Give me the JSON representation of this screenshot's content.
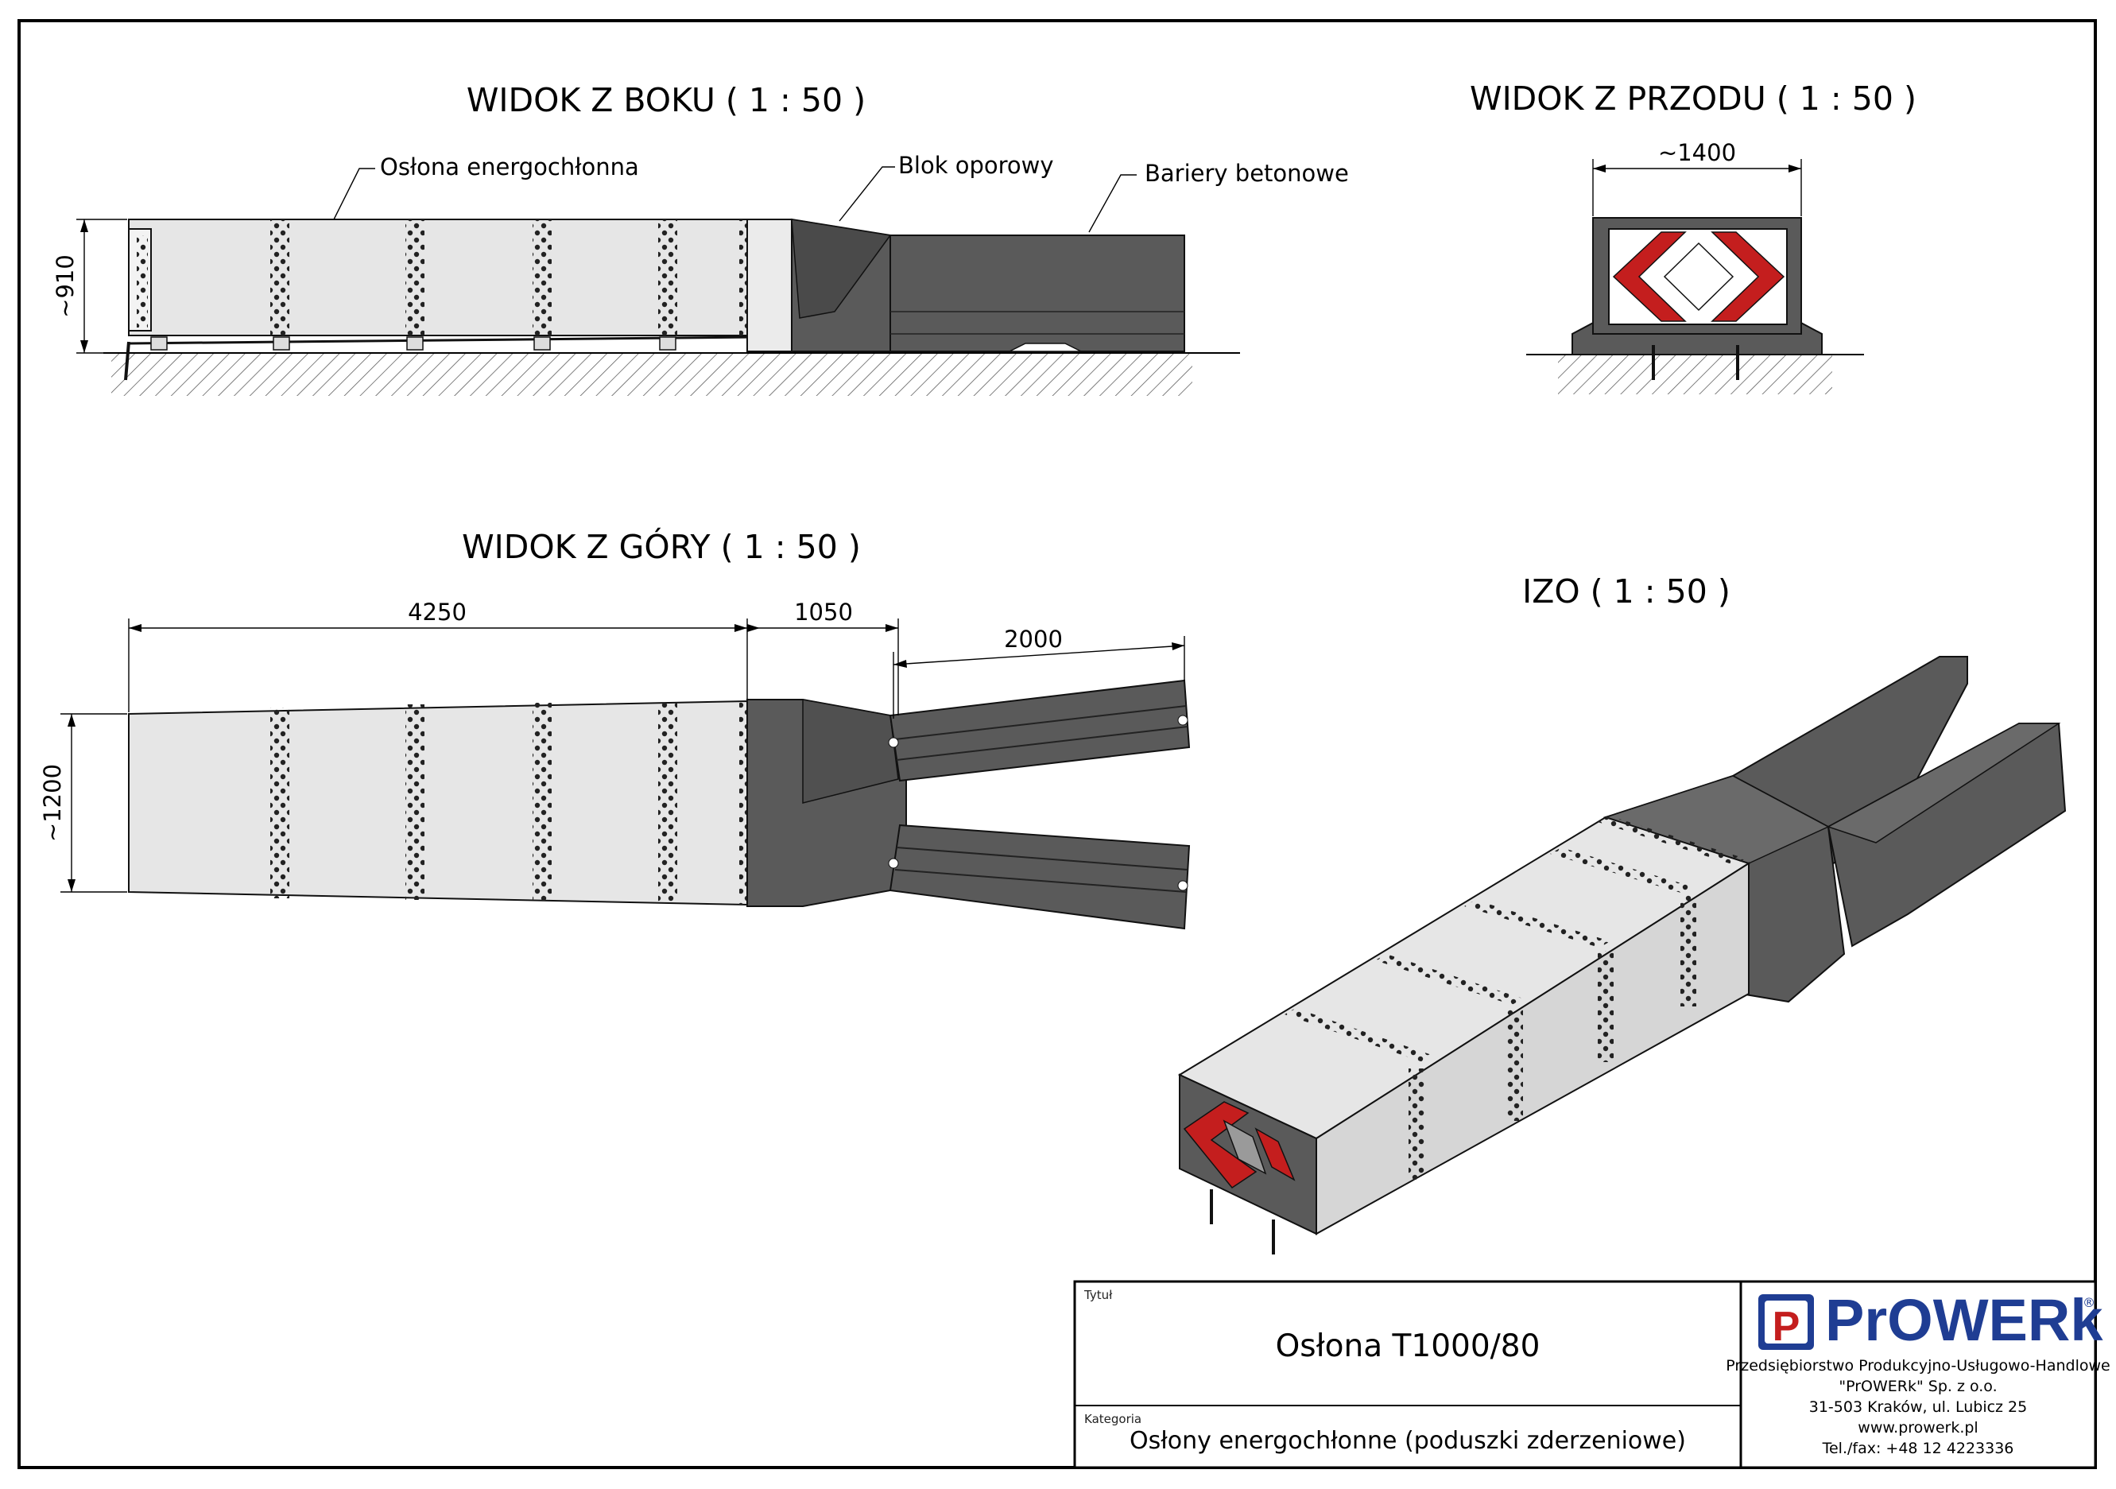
{
  "views": {
    "side": "WIDOK Z BOKU ( 1 : 50 )",
    "front": "WIDOK Z PRZODU ( 1 : 50 )",
    "top": "WIDOK Z GÓRY ( 1 : 50 )",
    "iso": "IZO ( 1 : 50 )"
  },
  "callouts": {
    "cushion": "Osłona energochłonna",
    "block": "Blok oporowy",
    "barriers": "Bariery betonowe"
  },
  "dimensions": {
    "side_height": "~910",
    "front_width": "~1400",
    "top_length_cushion": "4250",
    "top_length_block": "1050",
    "top_length_barrier": "2000",
    "top_width": "~1200"
  },
  "title_block": {
    "title_label": "Tytuł",
    "title": "Osłona T1000/80",
    "category_label": "Kategoria",
    "category": "Osłony energochłonne (poduszki zderzeniowe)"
  },
  "company": {
    "logo_letter": "P",
    "logo_name": "PrOWERk",
    "registered": "®",
    "line1": "Przedsiębiorstwo Produkcyjno-Usługowo-Handlowe",
    "line2": "\"PrOWERk\" Sp. z o.o.",
    "line3": "31-503 Kraków, ul. Lubicz 25",
    "line4": "www.prowerk.pl",
    "line5": "Tel./fax: +48 12 4223336"
  },
  "colors": {
    "panel": "#e4e4e4",
    "concrete": "#5b5b5b",
    "chevron": "#c41e1e",
    "logo_blue": "#1f3d93"
  }
}
